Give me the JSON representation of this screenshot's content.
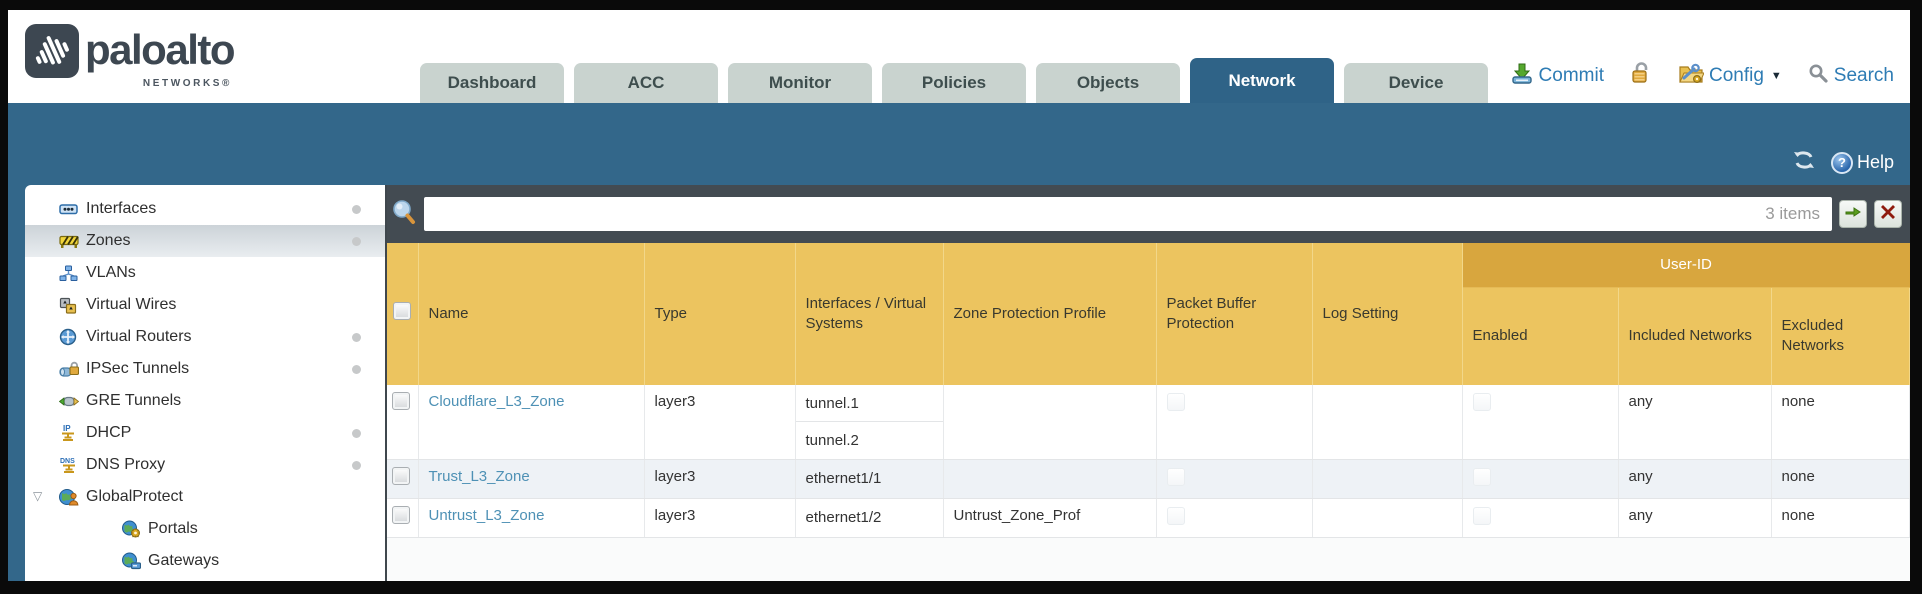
{
  "brand": {
    "name": "paloalto",
    "sub": "NETWORKS®"
  },
  "nav": {
    "active": "Network",
    "tabs": [
      {
        "label": "Dashboard"
      },
      {
        "label": "ACC"
      },
      {
        "label": "Monitor"
      },
      {
        "label": "Policies"
      },
      {
        "label": "Objects"
      },
      {
        "label": "Network"
      },
      {
        "label": "Device"
      }
    ]
  },
  "utilities": {
    "commit_label": "Commit",
    "config_label": "Config",
    "search_label": "Search",
    "icons": [
      "commit-icon",
      "lock-icon",
      "config-icon",
      "caret-down-icon",
      "search-icon"
    ]
  },
  "banner": {
    "help_label": "Help",
    "icons": [
      "refresh-icon",
      "help-icon"
    ]
  },
  "sidebar": {
    "items": [
      {
        "label": "Interfaces",
        "icon": "interfaces-icon",
        "dot": true,
        "selected": false,
        "child": false,
        "expander": false
      },
      {
        "label": "Zones",
        "icon": "zones-icon",
        "dot": true,
        "selected": true,
        "child": false,
        "expander": false
      },
      {
        "label": "VLANs",
        "icon": "vlans-icon",
        "dot": false,
        "selected": false,
        "child": false,
        "expander": false
      },
      {
        "label": "Virtual Wires",
        "icon": "virtual-wires-icon",
        "dot": false,
        "selected": false,
        "child": false,
        "expander": false
      },
      {
        "label": "Virtual Routers",
        "icon": "virtual-routers-icon",
        "dot": true,
        "selected": false,
        "child": false,
        "expander": false
      },
      {
        "label": "IPSec Tunnels",
        "icon": "ipsec-tunnels-icon",
        "dot": true,
        "selected": false,
        "child": false,
        "expander": false
      },
      {
        "label": "GRE Tunnels",
        "icon": "gre-tunnels-icon",
        "dot": false,
        "selected": false,
        "child": false,
        "expander": false
      },
      {
        "label": "DHCP",
        "icon": "dhcp-icon",
        "dot": true,
        "selected": false,
        "child": false,
        "expander": false
      },
      {
        "label": "DNS Proxy",
        "icon": "dns-proxy-icon",
        "dot": true,
        "selected": false,
        "child": false,
        "expander": false
      },
      {
        "label": "GlobalProtect",
        "icon": "globalprotect-icon",
        "dot": false,
        "selected": false,
        "child": false,
        "expander": true
      },
      {
        "label": "Portals",
        "icon": "portals-icon",
        "dot": false,
        "selected": false,
        "child": true,
        "expander": false
      },
      {
        "label": "Gateways",
        "icon": "gateways-icon",
        "dot": false,
        "selected": false,
        "child": true,
        "expander": false
      }
    ]
  },
  "toolbar": {
    "count": "3 items",
    "search_value": "",
    "icons": [
      "magnifier-icon",
      "apply-filter-icon",
      "clear-filter-icon"
    ]
  },
  "table": {
    "group_header": "User-ID",
    "columns": [
      "Name",
      "Type",
      "Interfaces / Virtual Systems",
      "Zone Protection Profile",
      "Packet Buffer Protection",
      "Log Setting",
      "Enabled",
      "Included Networks",
      "Excluded Networks"
    ],
    "rows": [
      {
        "name": "Cloudflare_L3_Zone",
        "type": "layer3",
        "interfaces": [
          "tunnel.1",
          "tunnel.2"
        ],
        "zone_protection_profile": "",
        "packet_buffer_protection": false,
        "log_setting": "",
        "enabled": false,
        "included_networks": "any",
        "excluded_networks": "none"
      },
      {
        "name": "Trust_L3_Zone",
        "type": "layer3",
        "interfaces": [
          "ethernet1/1"
        ],
        "zone_protection_profile": "",
        "packet_buffer_protection": false,
        "log_setting": "",
        "enabled": false,
        "included_networks": "any",
        "excluded_networks": "none"
      },
      {
        "name": "Untrust_L3_Zone",
        "type": "layer3",
        "interfaces": [
          "ethernet1/2"
        ],
        "zone_protection_profile": "Untrust_Zone_Prof",
        "packet_buffer_protection": false,
        "log_setting": "",
        "enabled": false,
        "included_networks": "any",
        "excluded_networks": "none"
      }
    ]
  },
  "colors": {
    "teal_band": "#33678a",
    "active_tab": "#2f6387",
    "inactive_tab": "#c9d3cf",
    "charcoal_toolbar": "#434b52",
    "header_orange": "#ecc45f",
    "userid_band_orange": "#d8a63e",
    "link_blue": "#2e7cb4",
    "zone_link_blue": "#4e91b5",
    "row_stripe": "#eef2f6"
  }
}
